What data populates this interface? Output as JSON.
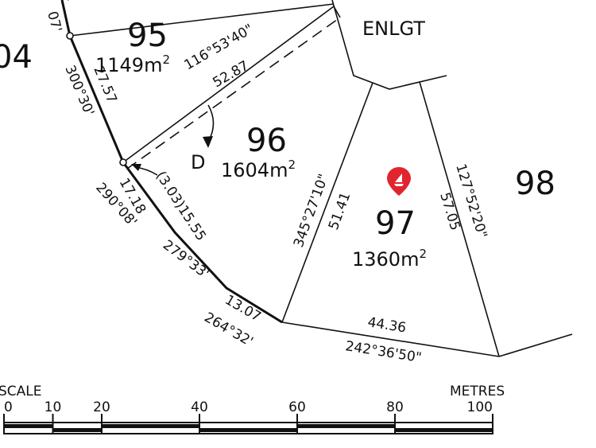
{
  "lots": {
    "lot95": {
      "number": "95",
      "area_value": "1149m",
      "area_sup": "2"
    },
    "lot96": {
      "number": "96",
      "area_value": "1604m",
      "area_sup": "2",
      "easement": "D"
    },
    "lot97": {
      "number": "97",
      "area_value": "1360m",
      "area_sup": "2"
    },
    "lot98": {
      "number": "98"
    },
    "lot94_partial": "04",
    "lot_partial_top": "07'"
  },
  "enlgt_label": "ENLGT",
  "boundaries": {
    "lot95_top_bearing": "116°53'40\"",
    "lot95_top_distance": "52.87",
    "left_upper_bearing": "300°30'",
    "left_upper_distance": "27.57",
    "left_mid_bearing": "290°08'",
    "left_mid_distance": "17.18",
    "arc_chord": "(3.03)15.55",
    "arc_bearing": "279°33'",
    "left_low_distance": "13.07",
    "left_low_bearing": "264°32'",
    "lot97_left_bearing": "345°27'10\"",
    "lot97_left_distance": "51.41",
    "lot97_right_bearing": "127°52'20\"",
    "lot97_right_distance": "57.05",
    "bottom_distance": "44.36",
    "bottom_bearing": "242°36'50\""
  },
  "scale": {
    "title": "SCALE",
    "unit": "METRES",
    "ticks": [
      0,
      10,
      20,
      40,
      60,
      80,
      100
    ],
    "tick_labels": [
      "0",
      "10",
      "20",
      "40",
      "60",
      "80",
      "100"
    ]
  },
  "marker": {
    "icon": "location-pin-icon",
    "color": "#e0252e"
  }
}
